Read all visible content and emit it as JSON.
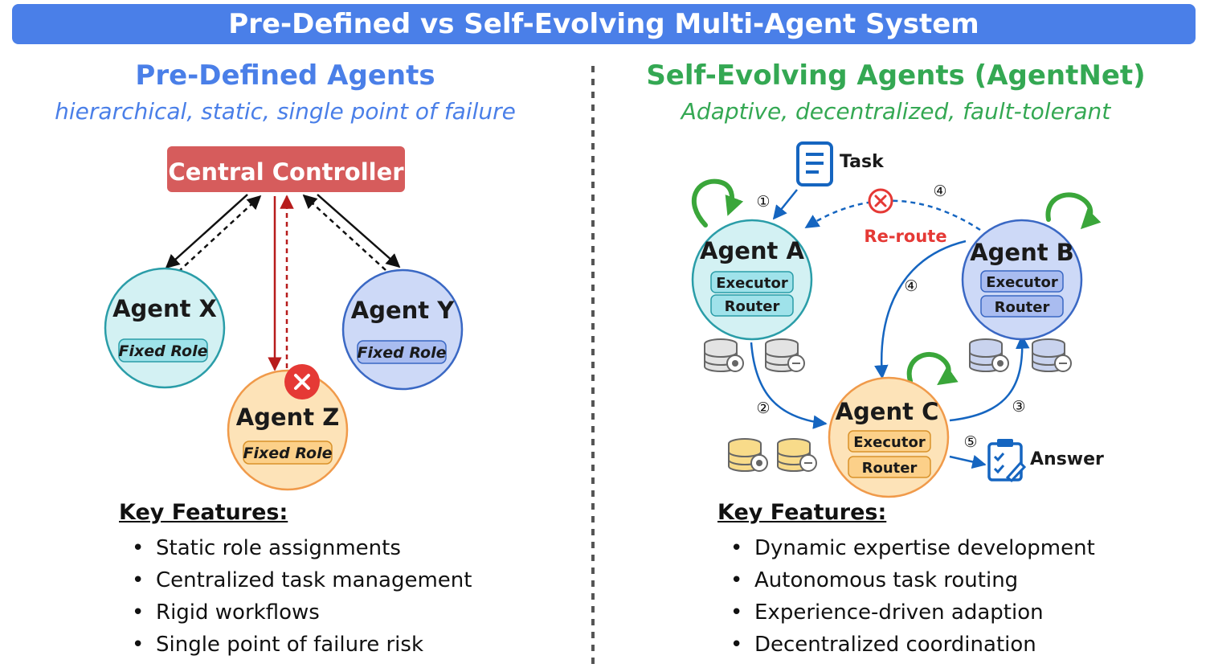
{
  "title": "Pre-Defined vs Self-Evolving Multi-Agent System",
  "left": {
    "heading": "Pre-Defined Agents",
    "subheading": "hierarchical, static, single point of failure",
    "controller": "Central Controller",
    "agents": [
      {
        "name": "Agent X",
        "role": "Fixed Role"
      },
      {
        "name": "Agent Y",
        "role": "Fixed Role"
      },
      {
        "name": "Agent Z",
        "role": "Fixed Role"
      }
    ],
    "features_title": "Key Features:",
    "features": [
      "Static role assignments",
      "Centralized task management",
      "Rigid workflows",
      "Single point of failure risk"
    ]
  },
  "right": {
    "heading": "Self-Evolving Agents (AgentNet)",
    "subheading": "Adaptive, decentralized, fault-tolerant",
    "task_label": "Task",
    "answer_label": "Answer",
    "reroute_label": "Re-route",
    "agents": [
      {
        "name": "Agent A",
        "executor": "Executor",
        "router": "Router"
      },
      {
        "name": "Agent B",
        "executor": "Executor",
        "router": "Router"
      },
      {
        "name": "Agent C",
        "executor": "Executor",
        "router": "Router"
      }
    ],
    "steps": [
      "①",
      "②",
      "③",
      "④",
      "④",
      "⑤"
    ],
    "features_title": "Key Features:",
    "features": [
      "Dynamic expertise development",
      "Autonomous task routing",
      "Experience-driven adaption",
      "Decentralized coordination"
    ]
  },
  "colors": {
    "banner": "#4a7fe8",
    "left_heading": "#4a7fe8",
    "right_heading": "#34a853",
    "controller": "#d65c5c",
    "error": "#e53935",
    "reroute": "#e53935",
    "flow_arrow": "#1565c0",
    "self_loop": "#3aa63a"
  },
  "icons": [
    "document-icon",
    "error-x-icon",
    "database-gear-icon",
    "database-link-icon",
    "clipboard-answer-icon",
    "self-loop-icon"
  ]
}
